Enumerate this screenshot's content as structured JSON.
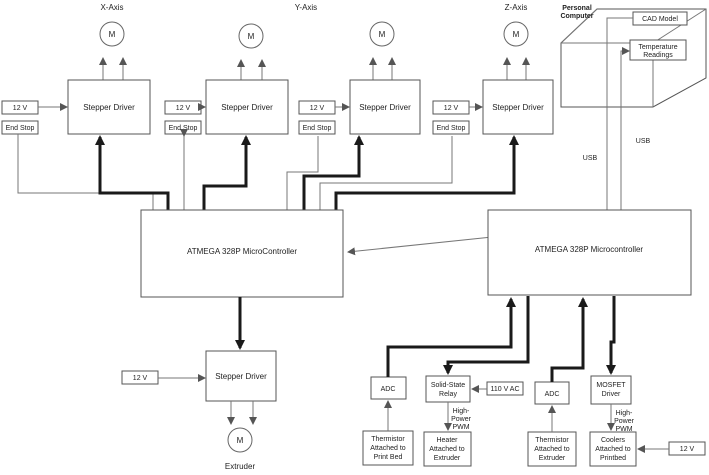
{
  "axes": {
    "x_label": "X-Axis",
    "y_label": "Y-Axis",
    "z_label": "Z-Axis"
  },
  "motor_label": "M",
  "driver_label": "Stepper Driver",
  "voltage_label": "12 V",
  "endstop_label": "End Stop",
  "mcu_left_label": "ATMEGA 328P MicroController",
  "mcu_right_label": "ATMEGA 328P Microcontroller",
  "pc": {
    "title_line1": "Personal",
    "title_line2": "Computer",
    "cad_model": "CAD Model",
    "temp_line1": "Temperature",
    "temp_line2": "Readings"
  },
  "usb_label": "USB",
  "extruder_label": "Extruder",
  "adc_label": "ADC",
  "relay_line1": "Solid-State",
  "relay_line2": "Relay",
  "ac_label": "110 V AC",
  "hp_line1": "High-",
  "hp_line2": "Power",
  "hp_line3": "PWM",
  "therm_line1": "Thermistor",
  "therm_line2": "Attached to",
  "therm_bed": "Print Bed",
  "therm_ext": "Extruder",
  "heater_line1": "Heater",
  "heater_line2": "Attached to",
  "heater_line3": "Extruder",
  "mosfet_line1": "MOSFET",
  "mosfet_line2": "Driver",
  "cooler_line1": "Coolers",
  "cooler_line2": "Attached to",
  "cooler_line3": "Printbed"
}
